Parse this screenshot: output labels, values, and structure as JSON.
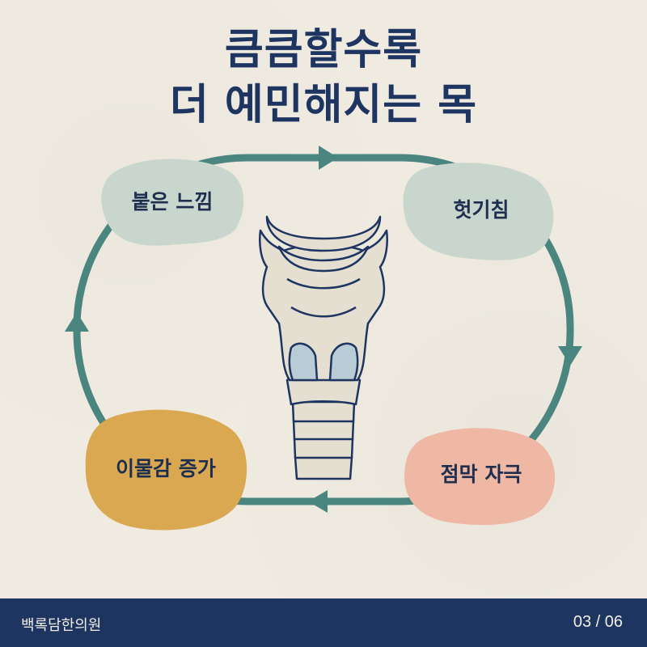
{
  "title": {
    "line1": "큼큼할수록",
    "line2": "더 예민해지는 목"
  },
  "cycle": {
    "nodes": [
      {
        "label": "붙은 느낌",
        "color": "#c9d6cd"
      },
      {
        "label": "헛기침",
        "color": "#c9d6cd"
      },
      {
        "label": "점막 자극",
        "color": "#efb8a4"
      },
      {
        "label": "이물감 증가",
        "color": "#d9a851"
      }
    ],
    "ring_color": "#4a8580",
    "center_icon": "larynx-icon"
  },
  "footer": {
    "brand": "백록담한의원",
    "page": "03 / 06"
  },
  "colors": {
    "background": "#efebe1",
    "title": "#1e3461",
    "footer": "#1e3461",
    "larynx_outline": "#1e3461",
    "larynx_fill": "#e4dfd1",
    "larynx_highlight": "#b9ccd6"
  }
}
